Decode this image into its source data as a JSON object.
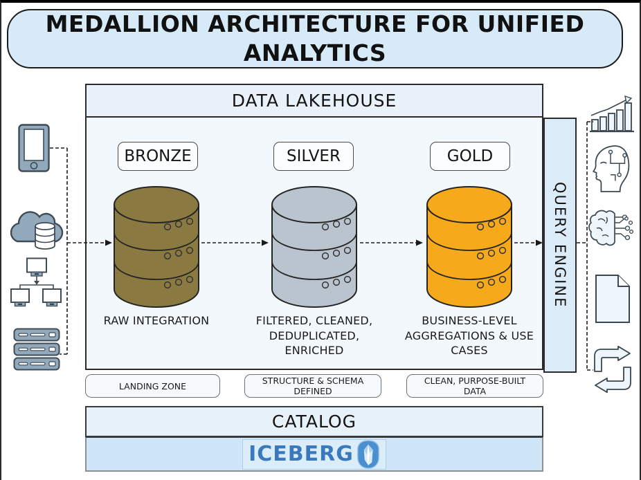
{
  "title": "MEDALLION ARCHITECTURE FOR UNIFIED ANALYTICS",
  "lakehouse_header": "DATA LAKEHOUSE",
  "query_engine_label": "QUERY ENGINE",
  "tiers": [
    {
      "label": "BRONZE",
      "color": "#8a7a41",
      "description": "RAW INTEGRATION",
      "zone": "LANDING ZONE"
    },
    {
      "label": "SILVER",
      "color": "#b9c4ce",
      "description": "FILTERED, CLEANED, DEDUPLICATED, ENRICHED",
      "zone": "STRUCTURE & SCHEMA DEFINED"
    },
    {
      "label": "GOLD",
      "color": "#f6a91b",
      "description": "BUSINESS-LEVEL AGGREGATIONS & USE CASES",
      "zone": "CLEAN, PURPOSE-BUILT DATA"
    }
  ],
  "catalog_label": "CATALOG",
  "catalog_engine": "ICEBERG",
  "source_icons": [
    "tablet-icon",
    "cloud-database-icon",
    "computer-network-icon",
    "server-stack-icon"
  ],
  "consumer_icons": [
    "bar-chart-growth-icon",
    "ai-head-icon",
    "machine-learning-brain-icon",
    "document-icon",
    "sync-arrows-icon"
  ],
  "colors": {
    "banner_bg": "#d7eaf8",
    "lakehouse_header_bg": "#e9f2fa",
    "lakehouse_body_bg": "#f3f8fc",
    "query_engine_bg": "#dcebf8",
    "catalog_bg": "#e6f1fa",
    "engine_box_bg": "#cfe6f8",
    "iceberg_blue": "#3b79bd",
    "source_icon_fill": "#92a9bc",
    "outline_icon_fill": "#eef5fb"
  }
}
